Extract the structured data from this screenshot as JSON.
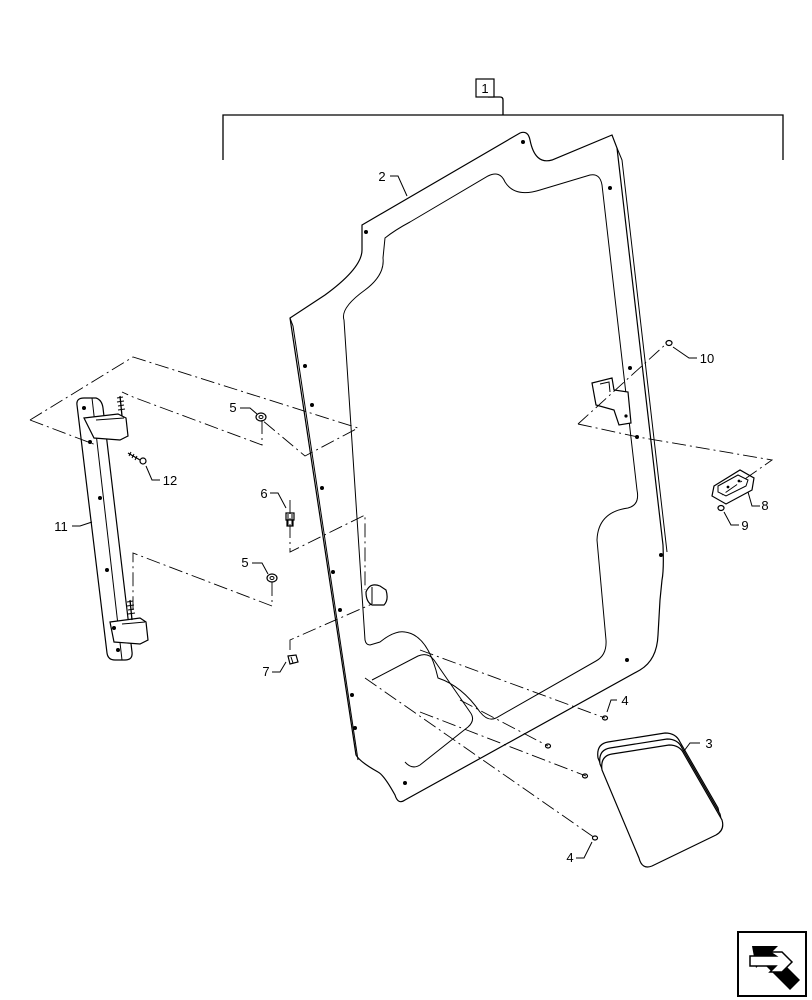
{
  "diagram": {
    "callouts": [
      {
        "id": "callout-1",
        "text": "1"
      },
      {
        "id": "callout-2",
        "text": "2"
      },
      {
        "id": "callout-3",
        "text": "3"
      },
      {
        "id": "callout-4a",
        "text": "4"
      },
      {
        "id": "callout-4b",
        "text": "4"
      },
      {
        "id": "callout-5a",
        "text": "5"
      },
      {
        "id": "callout-5b",
        "text": "5"
      },
      {
        "id": "callout-6",
        "text": "6"
      },
      {
        "id": "callout-7",
        "text": "7"
      },
      {
        "id": "callout-8",
        "text": "8"
      },
      {
        "id": "callout-9",
        "text": "9"
      },
      {
        "id": "callout-10",
        "text": "10"
      },
      {
        "id": "callout-11",
        "text": "11"
      },
      {
        "id": "callout-12",
        "text": "12"
      }
    ]
  },
  "nav": {
    "icon": "arrow-nav-icon"
  }
}
